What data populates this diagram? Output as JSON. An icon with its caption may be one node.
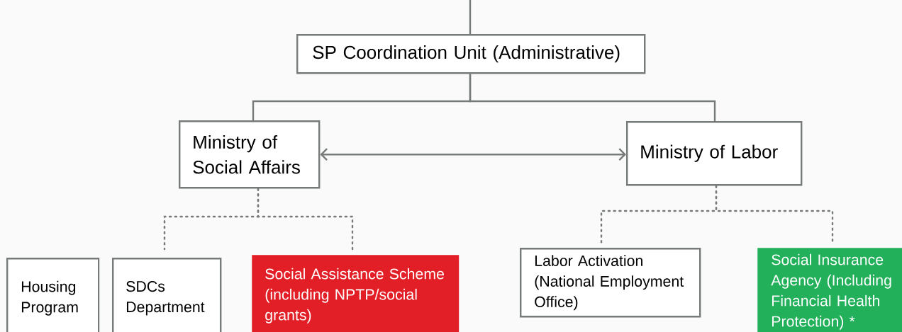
{
  "diagram": {
    "nodes": [
      {
        "text": [
          "SP Coordination Unit (Administrative)"
        ]
      },
      {
        "text": [
          "Ministry of Social Affairs"
        ]
      },
      {
        "text": [
          "Ministry of Labor"
        ]
      },
      {
        "text": [
          "Housing Program"
        ]
      },
      {
        "text": [
          "SDCs Department"
        ]
      },
      {
        "text": [
          "Social Assistance Scheme (including NPTP/social grants)"
        ]
      },
      {
        "text": [
          "Labor Activation (National Employment Office)"
        ]
      },
      {
        "text": [
          "Social Insurance Agency (Including Financial Health Protection) *"
        ]
      }
    ],
    "edges": [
      {
        "from": null,
        "to": 0,
        "arrow": "none"
      },
      {
        "from": 0,
        "to": 1,
        "arrow": "none"
      },
      {
        "from": 0,
        "to": 2,
        "arrow": "none"
      },
      {
        "from": 1,
        "to": 2,
        "arrow": "both"
      },
      {
        "from": 1,
        "to": 4,
        "arrow": "none",
        "style": "dashed"
      },
      {
        "from": 1,
        "to": 5,
        "arrow": "none",
        "style": "dashed"
      },
      {
        "from": 2,
        "to": 6,
        "arrow": "none",
        "style": "dashed"
      },
      {
        "from": 2,
        "to": 7,
        "arrow": "none",
        "style": "dashed"
      }
    ]
  }
}
